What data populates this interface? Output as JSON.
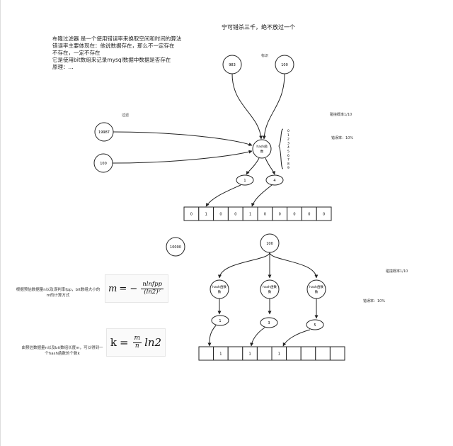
{
  "title": "宁可错杀三千，绝不放过一个",
  "intro": [
    "布隆过滤器 是一个使用错误率来换取空间和时间的算法",
    "错误率主要体现在：他说数据存在，那么不一定存在",
    "不存在，一定不存在",
    "它是使用bit数组来记录mysql数据中数据是否存在",
    "原理：..."
  ],
  "top_diagram": {
    "label_mark": "标识",
    "label_filter": "过滤",
    "label_collision": "碰撞概率1/10",
    "label_error": "错误率：10%",
    "inputs_top": [
      "983",
      "100"
    ],
    "inputs_left": [
      "19987",
      "100"
    ],
    "hash_node": "hash函数",
    "index_list": [
      "0",
      "1",
      "2",
      "3",
      "4",
      "5",
      "6",
      "7",
      "8",
      "9"
    ],
    "outputs": [
      "1",
      "4"
    ],
    "bit_array": [
      "0",
      "1",
      "0",
      "0",
      "1",
      "0",
      "0",
      "0",
      "0",
      "0"
    ]
  },
  "bottom_diagram": {
    "node_10000": "10000",
    "root": "100",
    "hash_nodes": [
      "hash函数",
      "hash函数",
      "hash函数"
    ],
    "outputs": [
      "1",
      "3",
      "5"
    ],
    "bit_array": [
      "",
      "1",
      "",
      "1",
      "",
      "1",
      "",
      "",
      "",
      ""
    ],
    "label_collision": "碰撞概率1/10",
    "label_error": "错误率：10%"
  },
  "formulas": {
    "m_note": "根据预估数据量n以及误判率fpp，bit数组大小的m的计算方式",
    "m_lhs": "m",
    "m_eq": "= −",
    "m_num": "nlnfpp",
    "m_den": "(ln2)²",
    "k_note": "由预估数据量n以及bit数组长度m，可以得到一个hash函数的个数k",
    "k_lhs": "k",
    "k_eq": "=",
    "k_num": "m",
    "k_den": "n",
    "k_tail": "ln2"
  }
}
